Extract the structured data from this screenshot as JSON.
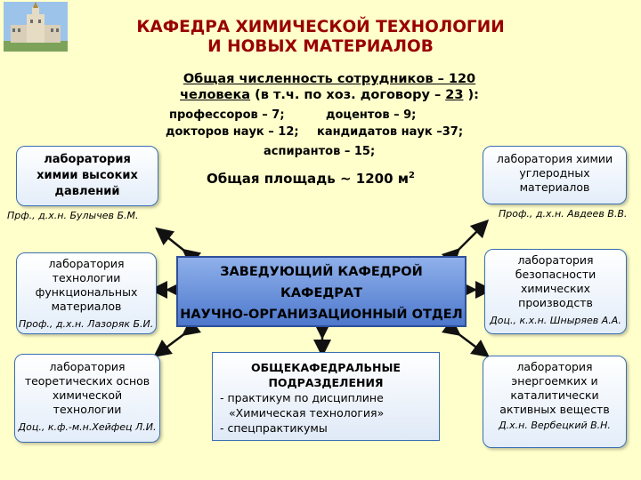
{
  "title_line1": "КАФЕДРА ХИМИЧЕСКОЙ ТЕХНОЛОГИИ",
  "title_line2": "И НОВЫХ МАТЕРИАЛОВ",
  "staff": {
    "line1": "Общая численность сотрудников – 120",
    "line2a": "человека",
    "line2b": " (в т.ч. по хоз. договору – ",
    "line2c": "23",
    "line2d": " ):",
    "professors": "профессоров – 7;",
    "docents": "доцентов – 9;",
    "doctors": "докторов наук – 12;",
    "candidates": "кандидатов наук –37;",
    "postgrads": "аспирантов – 15;"
  },
  "area": {
    "label": "Общая площадь ~ 1200 м",
    "sup": "2"
  },
  "labs": {
    "high_pressure": {
      "name": "лаборатория химии высоких давлений",
      "head": "Прф., д.х.н. Булычев Б.М."
    },
    "carbon": {
      "name": "лаборатория химии углеродных материалов",
      "head": "Проф., д.х.н. Авдеев В.В."
    },
    "functional": {
      "name": "лаборатория технологии функциональных материалов",
      "head": "Проф., д.х.н. Лазоряк Б.И."
    },
    "safety": {
      "name": "лаборатория безопасности химических производств",
      "head": "Доц., к.х.н. Шныряев А.А."
    },
    "theory": {
      "name": "лаборатория теоретических основ химической технологии",
      "head": "Доц., к.ф.-м.н.Хейфец Л.И."
    },
    "energy": {
      "name": "лаборатория энергоемких и каталитически активных веществ",
      "head": "Д.х.н. Вербецкий В.Н."
    }
  },
  "central": {
    "line1": "ЗАВЕДУЮЩИЙ КАФЕДРОЙ",
    "line2": "КАФЕДРАТ",
    "line3": "НАУЧНО-ОРГАНИЗАЦИОННЫЙ ОТДЕЛ"
  },
  "general": {
    "title1": "ОБЩЕКАФЕДРАЛЬНЫЕ",
    "title2": "ПОДРАЗДЕЛЕНИЯ",
    "item1": "- практикум по дисциплине",
    "item2": "«Химическая технология»",
    "item3": "- спецпрактикумы"
  },
  "colors": {
    "background": "#ffffcc",
    "title": "#990000",
    "central_fill": "#5b84d4",
    "border": "#3a6fb0"
  }
}
